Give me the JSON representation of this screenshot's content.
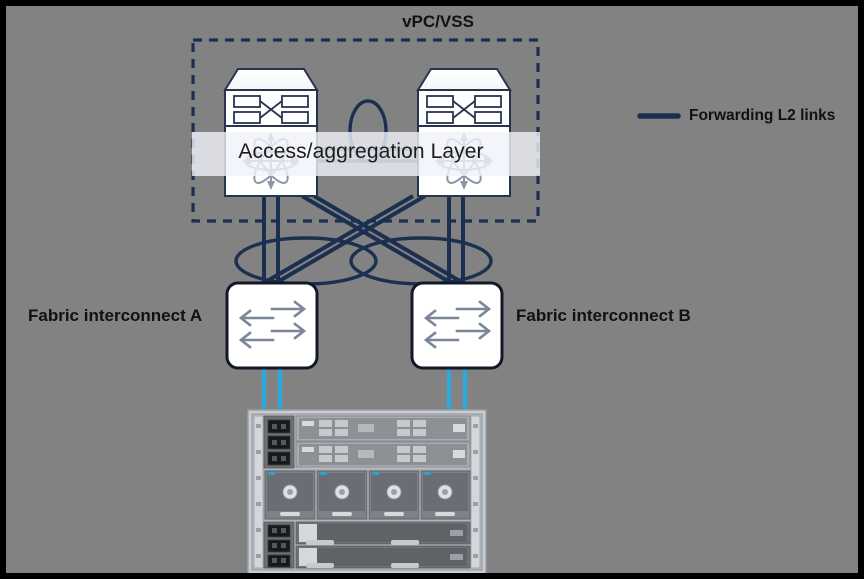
{
  "diagram": {
    "title": "vPC/VSS",
    "background_color": "#828282",
    "border_color": "#000000",
    "link_color": "#1b3050",
    "cable_color": "#29ABE2",
    "device_fill": "#ffffff"
  },
  "zones": {
    "vpc_box": {
      "label": "vPC/VSS",
      "style": "dashed"
    },
    "access_layer": {
      "label": "Access/aggregation Layer"
    }
  },
  "devices": {
    "switch_left": {
      "name": "access-aggregation-switch-left",
      "type": "multilayer-switch"
    },
    "switch_right": {
      "name": "access-aggregation-switch-right",
      "type": "multilayer-switch"
    },
    "fabric_interconnect_a": {
      "label": "Fabric interconnect A",
      "type": "fabric-interconnect"
    },
    "fabric_interconnect_b": {
      "label": "Fabric interconnect B",
      "type": "fabric-interconnect"
    },
    "chassis": {
      "name": "blade-server-chassis",
      "type": "chassis-rear-view"
    }
  },
  "legend": {
    "items": [
      {
        "label": "Forwarding L2 links",
        "color": "#1b3050",
        "style": "solid-line"
      }
    ]
  }
}
